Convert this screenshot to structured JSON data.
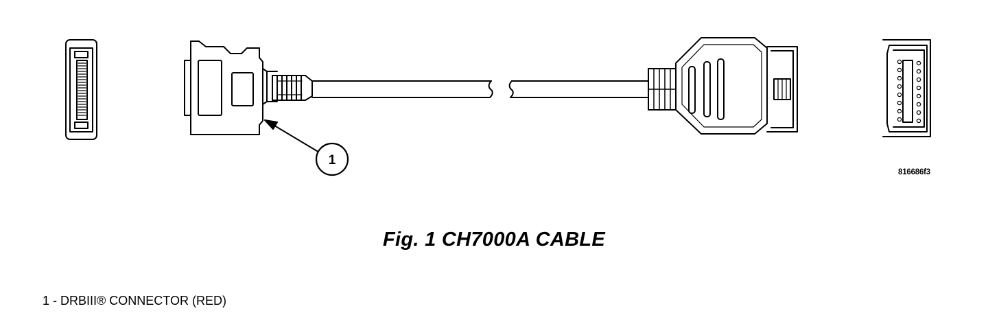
{
  "figure": {
    "caption": "Fig. 1 CH7000A CABLE",
    "code": "816686f3",
    "callouts": [
      {
        "number": "1",
        "description": "1 - DRBIII® CONNECTOR (RED)"
      }
    ]
  }
}
